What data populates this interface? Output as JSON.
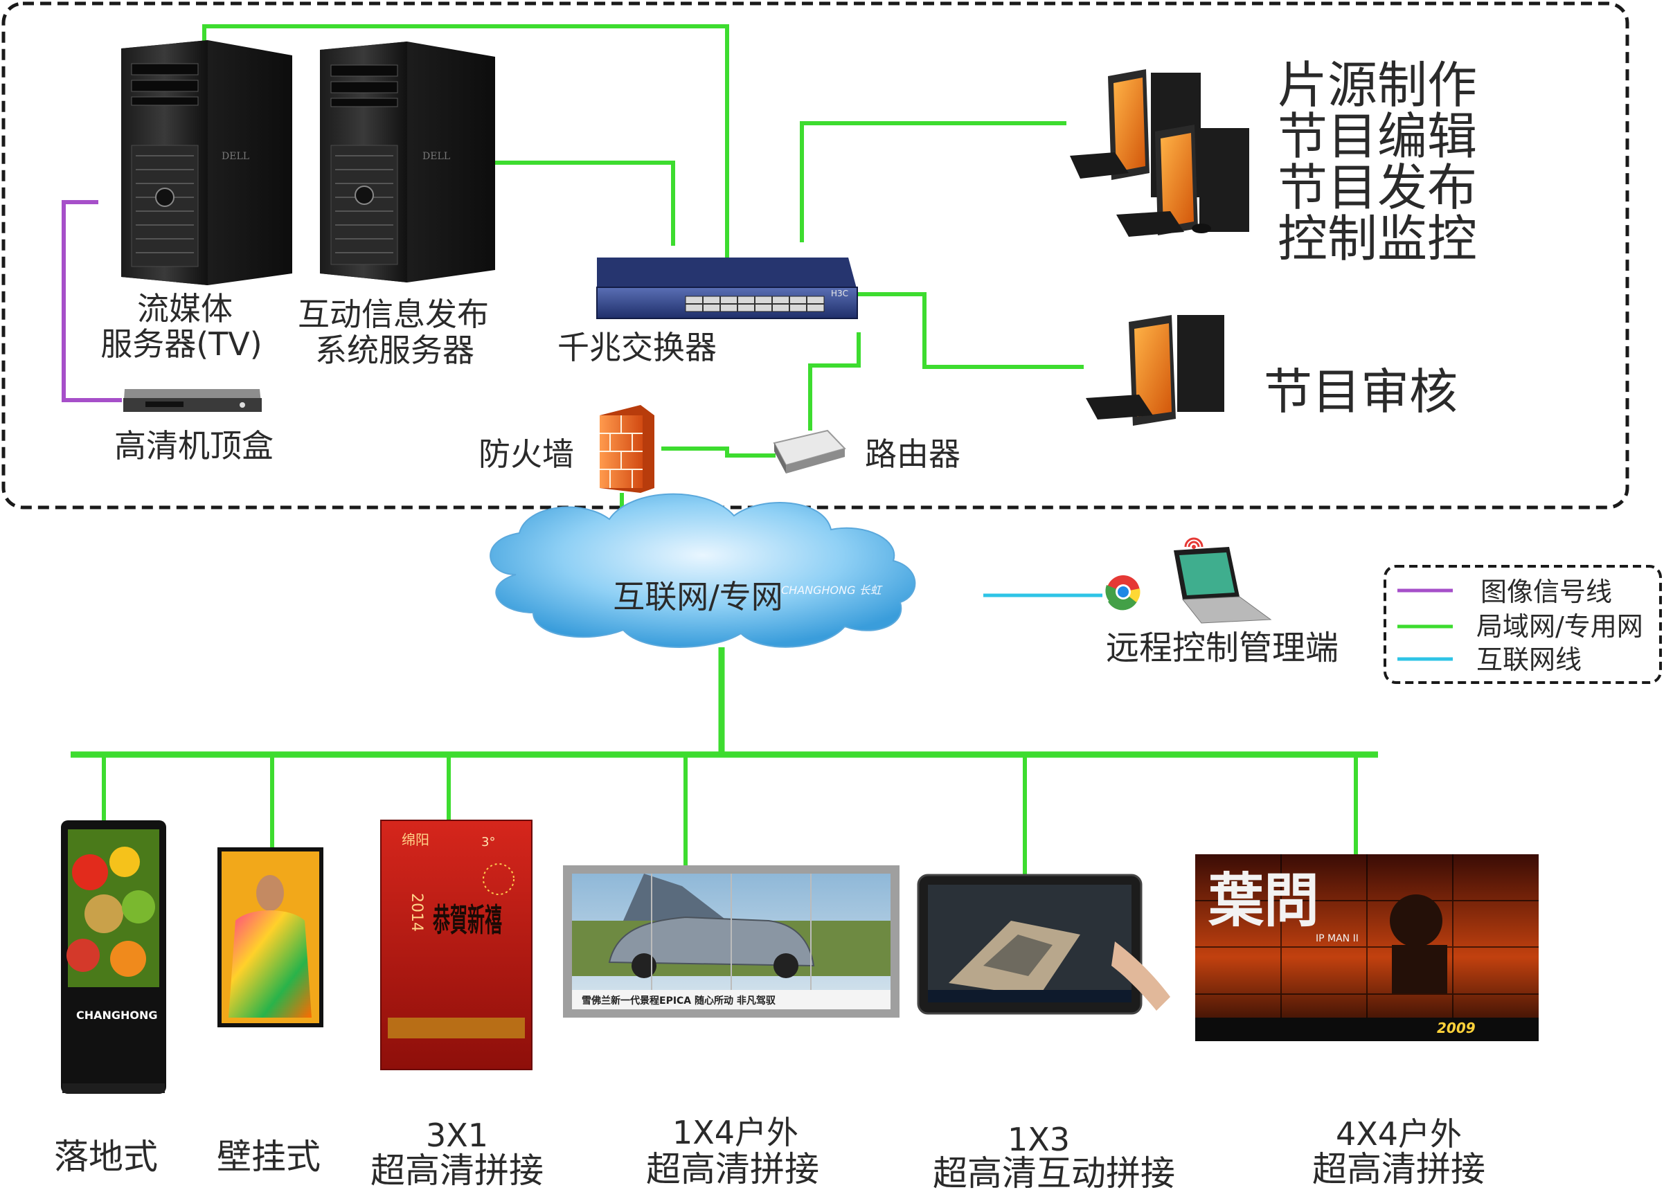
{
  "labels": {
    "streaming_server": [
      "流媒体",
      "服务器(TV)"
    ],
    "info_server": [
      "互动信息发布",
      "系统服务器"
    ],
    "switch": "千兆交换器",
    "stb": "高清机顶盒",
    "firewall": "防火墙",
    "router": "路由器",
    "functions": [
      "片源制作",
      "节目编辑",
      "节目发布",
      "控制监控"
    ],
    "review": "节目审核",
    "cloud": "互联网/专网",
    "remote": "远程控制管理端"
  },
  "legend": {
    "items": [
      {
        "label": "图像信号线",
        "color": "#a64fc9"
      },
      {
        "label": "局域网/专用网",
        "color": "#3ddc2f"
      },
      {
        "label": "互联网线",
        "color": "#2ec4e6"
      }
    ]
  },
  "displays": [
    {
      "lines": [
        "落地式"
      ]
    },
    {
      "lines": [
        "壁挂式"
      ]
    },
    {
      "lines": [
        "3X1",
        "超高清拼接"
      ]
    },
    {
      "lines": [
        "1X4户外",
        "超高清拼接"
      ]
    },
    {
      "lines": [
        "1X3",
        "超高清互动拼接"
      ]
    },
    {
      "lines": [
        "4X4户外",
        "超高清拼接"
      ]
    }
  ],
  "device_text": {
    "brand_kiosk": "CHANGHONG",
    "brand_cloud": "CHANGHONG 长虹",
    "server_brand": "DELL",
    "switch_brand": "H3C",
    "city": "绵阳",
    "temp": "3°",
    "year": "2014",
    "greeting": "恭賀新禧",
    "car_caption": "雪佛兰新一代景程EPICA   随心所动   非凡驾驭",
    "movie_title": "葉問",
    "movie_sub": "IP MAN II",
    "movie_date": "2009"
  },
  "colors": {
    "lan": "#3ddc2f",
    "image": "#a64fc9",
    "internet": "#2ec4e6",
    "orange": "#f07a1a"
  }
}
